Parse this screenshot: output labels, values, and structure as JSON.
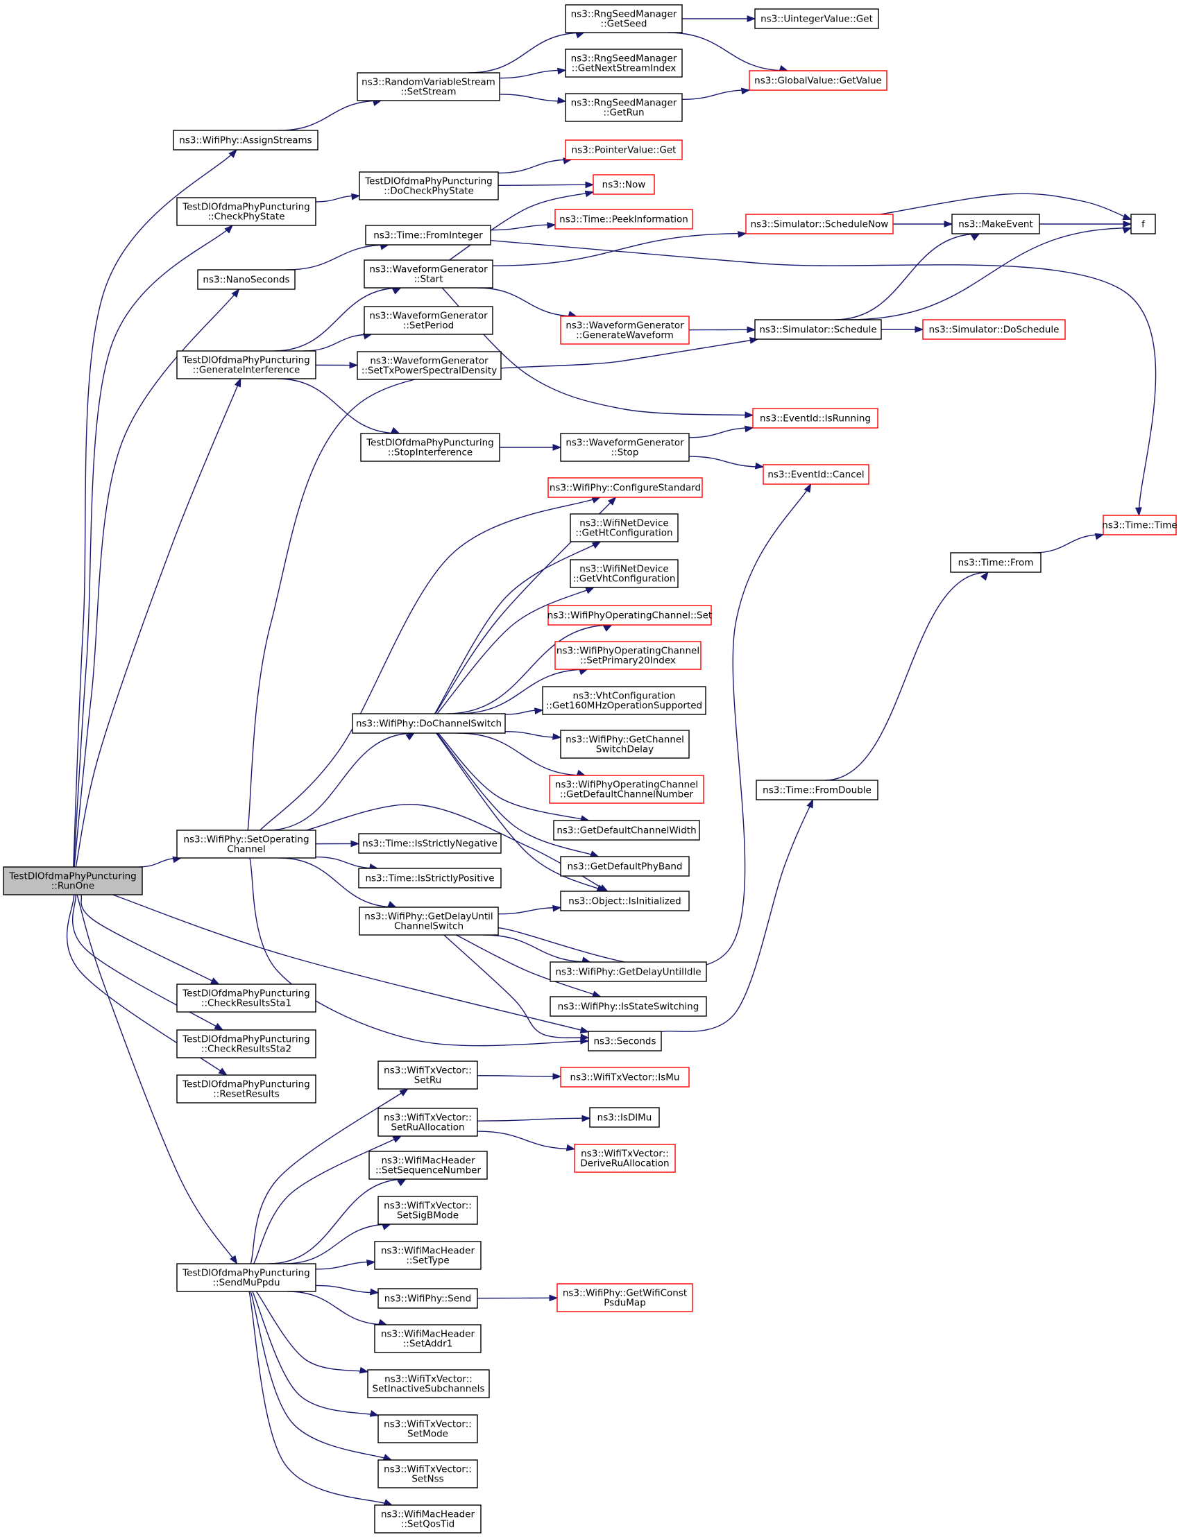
{
  "colors": {
    "edge": "#191970",
    "box_normal": "#000000",
    "box_truncated": "#ff0000",
    "box_root_fill": "#bfbfbf",
    "box_fill": "#ffffff"
  },
  "nodes": [
    {
      "id": "runone",
      "lines": [
        "TestDlOfdmaPhyPuncturing",
        "::RunOne"
      ],
      "style": "root"
    },
    {
      "id": "assignstreams",
      "lines": [
        "ns3::WifiPhy::AssignStreams"
      ],
      "style": "normal"
    },
    {
      "id": "setstream",
      "lines": [
        "ns3::RandomVariableStream",
        "::SetStream"
      ],
      "style": "normal"
    },
    {
      "id": "getseed",
      "lines": [
        "ns3::RngSeedManager",
        "::GetSeed"
      ],
      "style": "normal"
    },
    {
      "id": "getnextstream",
      "lines": [
        "ns3::RngSeedManager",
        "::GetNextStreamIndex"
      ],
      "style": "normal"
    },
    {
      "id": "getrun",
      "lines": [
        "ns3::RngSeedManager",
        "::GetRun"
      ],
      "style": "normal"
    },
    {
      "id": "uintegerget",
      "lines": [
        "ns3::UintegerValue::Get"
      ],
      "style": "normal"
    },
    {
      "id": "globalvalue",
      "lines": [
        "ns3::GlobalValue::GetValue"
      ],
      "style": "truncated"
    },
    {
      "id": "checkphystate",
      "lines": [
        "TestDlOfdmaPhyPuncturing",
        "::CheckPhyState"
      ],
      "style": "normal"
    },
    {
      "id": "docheckphystate",
      "lines": [
        "TestDlOfdmaPhyPuncturing",
        "::DoCheckPhyState"
      ],
      "style": "normal"
    },
    {
      "id": "pointerget",
      "lines": [
        "ns3::PointerValue::Get"
      ],
      "style": "truncated"
    },
    {
      "id": "now",
      "lines": [
        "ns3::Now"
      ],
      "style": "truncated"
    },
    {
      "id": "peekinfo",
      "lines": [
        "ns3::Time::PeekInformation"
      ],
      "style": "truncated"
    },
    {
      "id": "nanoseconds",
      "lines": [
        "ns3::NanoSeconds"
      ],
      "style": "normal"
    },
    {
      "id": "frominteger",
      "lines": [
        "ns3::Time::FromInteger"
      ],
      "style": "normal"
    },
    {
      "id": "schedulenow",
      "lines": [
        "ns3::Simulator::ScheduleNow"
      ],
      "style": "truncated"
    },
    {
      "id": "makeevent",
      "lines": [
        "ns3::MakeEvent"
      ],
      "style": "normal"
    },
    {
      "id": "f",
      "lines": [
        "f"
      ],
      "style": "normal"
    },
    {
      "id": "wgstart",
      "lines": [
        "ns3::WaveformGenerator",
        "::Start"
      ],
      "style": "normal"
    },
    {
      "id": "generateinterference",
      "lines": [
        "TestDlOfdmaPhyPuncturing",
        "::GenerateInterference"
      ],
      "style": "normal"
    },
    {
      "id": "wgsetperiod",
      "lines": [
        "ns3::WaveformGenerator",
        "::SetPeriod"
      ],
      "style": "normal"
    },
    {
      "id": "wgsettxpsd",
      "lines": [
        "ns3::WaveformGenerator",
        "::SetTxPowerSpectralDensity"
      ],
      "style": "normal"
    },
    {
      "id": "wggenwave",
      "lines": [
        "ns3::WaveformGenerator",
        "::GenerateWaveform"
      ],
      "style": "truncated"
    },
    {
      "id": "schedule",
      "lines": [
        "ns3::Simulator::Schedule"
      ],
      "style": "normal"
    },
    {
      "id": "doschedule",
      "lines": [
        "ns3::Simulator::DoSchedule"
      ],
      "style": "truncated"
    },
    {
      "id": "stopinterference",
      "lines": [
        "TestDlOfdmaPhyPuncturing",
        "::StopInterference"
      ],
      "style": "normal"
    },
    {
      "id": "wgstop",
      "lines": [
        "ns3::WaveformGenerator",
        "::Stop"
      ],
      "style": "normal"
    },
    {
      "id": "isrunning",
      "lines": [
        "ns3::EventId::IsRunning"
      ],
      "style": "truncated"
    },
    {
      "id": "cancel",
      "lines": [
        "ns3::EventId::Cancel"
      ],
      "style": "truncated"
    },
    {
      "id": "configstd",
      "lines": [
        "ns3::WifiPhy::ConfigureStandard"
      ],
      "style": "truncated"
    },
    {
      "id": "gethtconf",
      "lines": [
        "ns3::WifiNetDevice",
        "::GetHtConfiguration"
      ],
      "style": "normal"
    },
    {
      "id": "getvhtconf",
      "lines": [
        "ns3::WifiNetDevice",
        "::GetVhtConfiguration"
      ],
      "style": "normal"
    },
    {
      "id": "opchset",
      "lines": [
        "ns3::WifiPhyOperatingChannel::Set"
      ],
      "style": "truncated"
    },
    {
      "id": "setprimary20",
      "lines": [
        "ns3::WifiPhyOperatingChannel",
        "::SetPrimary20Index"
      ],
      "style": "truncated"
    },
    {
      "id": "timetime",
      "lines": [
        "ns3::Time::Time"
      ],
      "style": "truncated"
    },
    {
      "id": "timefrom",
      "lines": [
        "ns3::Time::From"
      ],
      "style": "normal"
    },
    {
      "id": "get160",
      "lines": [
        "ns3::VhtConfiguration",
        "::Get160MHzOperationSupported"
      ],
      "style": "normal"
    },
    {
      "id": "dochannelswitch",
      "lines": [
        "ns3::WifiPhy::DoChannelSwitch"
      ],
      "style": "normal"
    },
    {
      "id": "getchswdelay",
      "lines": [
        "ns3::WifiPhy::GetChannel",
        "SwitchDelay"
      ],
      "style": "normal"
    },
    {
      "id": "getdefchnum",
      "lines": [
        "ns3::WifiPhyOperatingChannel",
        "::GetDefaultChannelNumber"
      ],
      "style": "truncated"
    },
    {
      "id": "fromdouble",
      "lines": [
        "ns3::Time::FromDouble"
      ],
      "style": "normal"
    },
    {
      "id": "getdefchwidth",
      "lines": [
        "ns3::GetDefaultChannelWidth"
      ],
      "style": "normal"
    },
    {
      "id": "setopchannel",
      "lines": [
        "ns3::WifiPhy::SetOperating",
        "Channel"
      ],
      "style": "normal"
    },
    {
      "id": "isstrictneg",
      "lines": [
        "ns3::Time::IsStrictlyNegative"
      ],
      "style": "normal"
    },
    {
      "id": "getdefphyband",
      "lines": [
        "ns3::GetDefaultPhyBand"
      ],
      "style": "normal"
    },
    {
      "id": "isstrictpos",
      "lines": [
        "ns3::Time::IsStrictlyPositive"
      ],
      "style": "normal"
    },
    {
      "id": "isinitialized",
      "lines": [
        "ns3::Object::IsInitialized"
      ],
      "style": "normal"
    },
    {
      "id": "getdelayuntilchsw",
      "lines": [
        "ns3::WifiPhy::GetDelayUntil",
        "ChannelSwitch"
      ],
      "style": "normal"
    },
    {
      "id": "getdelayuntilidle",
      "lines": [
        "ns3::WifiPhy::GetDelayUntilIdle"
      ],
      "style": "normal"
    },
    {
      "id": "checksta1",
      "lines": [
        "TestDlOfdmaPhyPuncturing",
        "::CheckResultsSta1"
      ],
      "style": "normal"
    },
    {
      "id": "isstatesw",
      "lines": [
        "ns3::WifiPhy::IsStateSwitching"
      ],
      "style": "normal"
    },
    {
      "id": "seconds",
      "lines": [
        "ns3::Seconds"
      ],
      "style": "normal"
    },
    {
      "id": "checksta2",
      "lines": [
        "TestDlOfdmaPhyPuncturing",
        "::CheckResultsSta2"
      ],
      "style": "normal"
    },
    {
      "id": "resetresults",
      "lines": [
        "TestDlOfdmaPhyPuncturing",
        "::ResetResults"
      ],
      "style": "normal"
    },
    {
      "id": "setru",
      "lines": [
        "ns3::WifiTxVector::",
        "SetRu"
      ],
      "style": "normal"
    },
    {
      "id": "ismu",
      "lines": [
        "ns3::WifiTxVector::IsMu"
      ],
      "style": "truncated"
    },
    {
      "id": "setruallocation",
      "lines": [
        "ns3::WifiTxVector::",
        "SetRuAllocation"
      ],
      "style": "normal"
    },
    {
      "id": "isdlmu",
      "lines": [
        "ns3::IsDlMu"
      ],
      "style": "normal"
    },
    {
      "id": "deriveru",
      "lines": [
        "ns3::WifiTxVector::",
        "DeriveRuAllocation"
      ],
      "style": "truncated"
    },
    {
      "id": "setseqnum",
      "lines": [
        "ns3::WifiMacHeader",
        "::SetSequenceNumber"
      ],
      "style": "normal"
    },
    {
      "id": "setsigbmode",
      "lines": [
        "ns3::WifiTxVector::",
        "SetSigBMode"
      ],
      "style": "normal"
    },
    {
      "id": "settype",
      "lines": [
        "ns3::WifiMacHeader",
        "::SetType"
      ],
      "style": "normal"
    },
    {
      "id": "sendmuppdu",
      "lines": [
        "TestDlOfdmaPhyPuncturing",
        "::SendMuPpdu"
      ],
      "style": "normal"
    },
    {
      "id": "wifiphysend",
      "lines": [
        "ns3::WifiPhy::Send"
      ],
      "style": "normal"
    },
    {
      "id": "getwificonst",
      "lines": [
        "ns3::WifiPhy::GetWifiConst",
        "PsduMap"
      ],
      "style": "truncated"
    },
    {
      "id": "setaddr1",
      "lines": [
        "ns3::WifiMacHeader",
        "::SetAddr1"
      ],
      "style": "normal"
    },
    {
      "id": "setinactive",
      "lines": [
        "ns3::WifiTxVector::",
        "SetInactiveSubchannels"
      ],
      "style": "normal"
    },
    {
      "id": "setmode",
      "lines": [
        "ns3::WifiTxVector::",
        "SetMode"
      ],
      "style": "normal"
    },
    {
      "id": "setnss",
      "lines": [
        "ns3::WifiTxVector::",
        "SetNss"
      ],
      "style": "normal"
    },
    {
      "id": "setqostid",
      "lines": [
        "ns3::WifiMacHeader",
        "::SetQosTid"
      ],
      "style": "normal"
    }
  ],
  "edges": [
    [
      "runone",
      "assignstreams"
    ],
    [
      "runone",
      "checkphystate"
    ],
    [
      "runone",
      "nanoseconds"
    ],
    [
      "runone",
      "generateinterference"
    ],
    [
      "runone",
      "setopchannel"
    ],
    [
      "runone",
      "checksta1"
    ],
    [
      "runone",
      "checksta2"
    ],
    [
      "runone",
      "resetresults"
    ],
    [
      "runone",
      "sendmuppdu"
    ],
    [
      "runone",
      "seconds"
    ],
    [
      "assignstreams",
      "setstream"
    ],
    [
      "setstream",
      "getseed"
    ],
    [
      "setstream",
      "getnextstream"
    ],
    [
      "setstream",
      "getrun"
    ],
    [
      "getseed",
      "uintegerget"
    ],
    [
      "getseed",
      "globalvalue"
    ],
    [
      "getrun",
      "globalvalue"
    ],
    [
      "checkphystate",
      "docheckphystate"
    ],
    [
      "docheckphystate",
      "pointerget"
    ],
    [
      "docheckphystate",
      "now"
    ],
    [
      "nanoseconds",
      "frominteger"
    ],
    [
      "frominteger",
      "peekinfo"
    ],
    [
      "frominteger",
      "timetime"
    ],
    [
      "generateinterference",
      "wgstart"
    ],
    [
      "generateinterference",
      "wgsetperiod"
    ],
    [
      "generateinterference",
      "wgsettxpsd"
    ],
    [
      "generateinterference",
      "stopinterference"
    ],
    [
      "wgstart",
      "now"
    ],
    [
      "wgstart",
      "schedulenow"
    ],
    [
      "wgstart",
      "wggenwave"
    ],
    [
      "wgstart",
      "isrunning"
    ],
    [
      "schedulenow",
      "makeevent"
    ],
    [
      "schedulenow",
      "f"
    ],
    [
      "makeevent",
      "f"
    ],
    [
      "wggenwave",
      "schedule"
    ],
    [
      "schedule",
      "makeevent"
    ],
    [
      "schedule",
      "f"
    ],
    [
      "schedule",
      "doschedule"
    ],
    [
      "stopinterference",
      "wgstop"
    ],
    [
      "wgstop",
      "isrunning"
    ],
    [
      "wgstop",
      "cancel"
    ],
    [
      "setopchannel",
      "schedule"
    ],
    [
      "setopchannel",
      "configstd"
    ],
    [
      "setopchannel",
      "dochannelswitch"
    ],
    [
      "setopchannel",
      "isstrictneg"
    ],
    [
      "setopchannel",
      "isstrictpos"
    ],
    [
      "setopchannel",
      "isinitialized"
    ],
    [
      "setopchannel",
      "getdelayuntilchsw"
    ],
    [
      "setopchannel",
      "seconds"
    ],
    [
      "dochannelswitch",
      "configstd"
    ],
    [
      "dochannelswitch",
      "gethtconf"
    ],
    [
      "dochannelswitch",
      "getvhtconf"
    ],
    [
      "dochannelswitch",
      "opchset"
    ],
    [
      "dochannelswitch",
      "setprimary20"
    ],
    [
      "dochannelswitch",
      "get160"
    ],
    [
      "dochannelswitch",
      "getchswdelay"
    ],
    [
      "dochannelswitch",
      "getdefchnum"
    ],
    [
      "dochannelswitch",
      "getdefchwidth"
    ],
    [
      "dochannelswitch",
      "getdefphyband"
    ],
    [
      "dochannelswitch",
      "isinitialized"
    ],
    [
      "getdelayuntilchsw",
      "isinitialized"
    ],
    [
      "getdelayuntilchsw",
      "cancel"
    ],
    [
      "getdelayuntilchsw",
      "getdelayuntilidle"
    ],
    [
      "getdelayuntilchsw",
      "isstatesw"
    ],
    [
      "getdelayuntilchsw",
      "seconds"
    ],
    [
      "seconds",
      "fromdouble"
    ],
    [
      "fromdouble",
      "timefrom"
    ],
    [
      "timefrom",
      "timetime"
    ],
    [
      "sendmuppdu",
      "setru"
    ],
    [
      "sendmuppdu",
      "setruallocation"
    ],
    [
      "sendmuppdu",
      "setseqnum"
    ],
    [
      "sendmuppdu",
      "setsigbmode"
    ],
    [
      "sendmuppdu",
      "settype"
    ],
    [
      "sendmuppdu",
      "wifiphysend"
    ],
    [
      "sendmuppdu",
      "setaddr1"
    ],
    [
      "sendmuppdu",
      "setinactive"
    ],
    [
      "sendmuppdu",
      "setmode"
    ],
    [
      "sendmuppdu",
      "setnss"
    ],
    [
      "sendmuppdu",
      "setqostid"
    ],
    [
      "setru",
      "ismu"
    ],
    [
      "setruallocation",
      "isdlmu"
    ],
    [
      "setruallocation",
      "deriveru"
    ],
    [
      "wifiphysend",
      "getwificonst"
    ]
  ]
}
